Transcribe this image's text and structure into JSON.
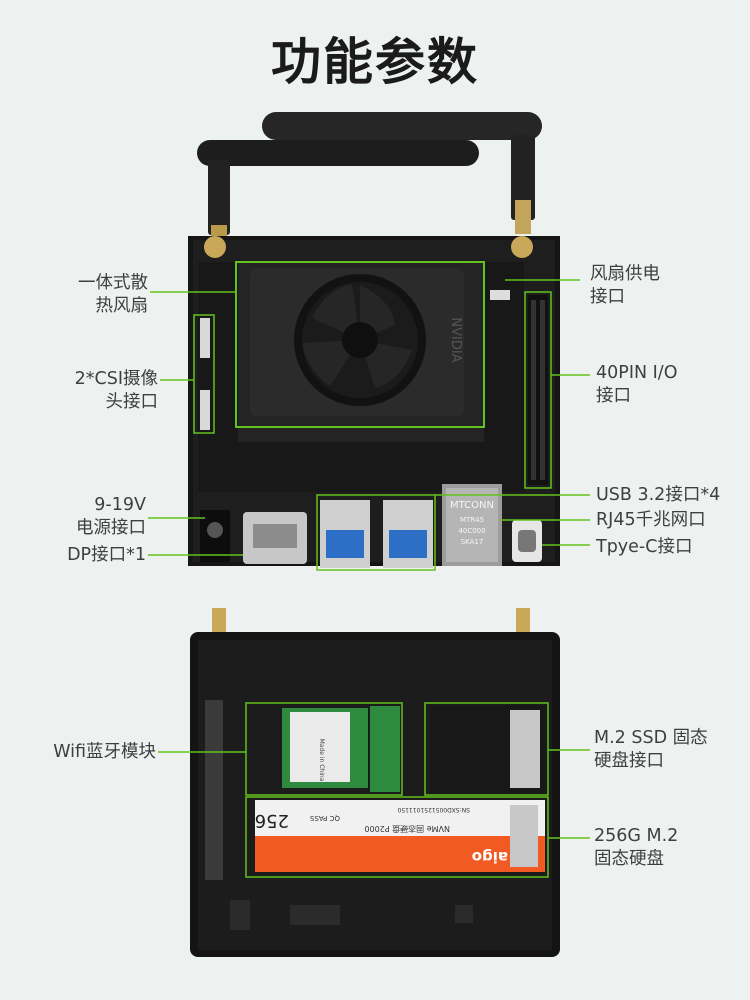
{
  "title": "功能参数",
  "top_labels_left": [
    "一体式散\n热风扇",
    "2*CSI摄像\n头接口",
    "9-19V\n电源接口",
    "DP接口*1"
  ],
  "top_labels_right": [
    "风扇供电\n接口",
    "40PIN I/O\n接口",
    "USB 3.2接口*4",
    "RJ45千兆网口",
    "Tpye-C接口"
  ],
  "bottom_labels_left": [
    "Wifi蓝牙模块"
  ],
  "bottom_labels_right": [
    "M.2 SSD 固态\n硬盘接口",
    "256G M.2\n固态硬盘"
  ],
  "board_text": {
    "ethernet_brand": "MTCONN",
    "ethernet_model": "MTR45",
    "ethernet_part": "40C000",
    "ethernet_code": "SKA17",
    "fan_brand": "NVIDIA",
    "ssd_capacity": "256",
    "ssd_brand": "aigo",
    "ssd_model": "NVMe 固态硬盘 P2000",
    "ssd_pass": "QC PASS",
    "ssd_serial": "SN:SXD0051251011150",
    "wifi_made": "Made in China"
  },
  "colors": {
    "accent_green": "#63c21d",
    "label_text": "#3f3f3f",
    "background": "#edf1f0",
    "board_black": "#1a1a1a",
    "ssd_orange": "#f15a22"
  }
}
